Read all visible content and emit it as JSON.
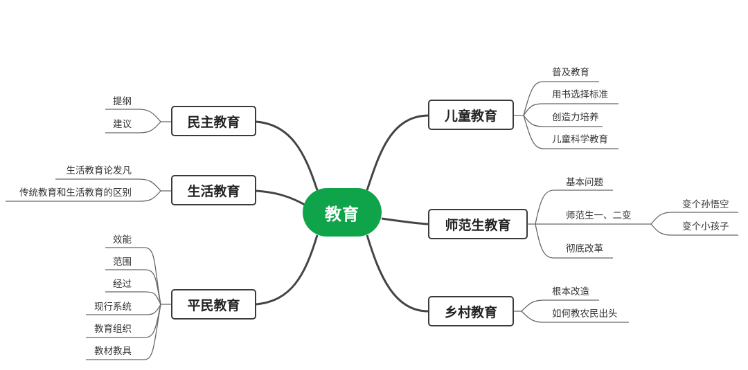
{
  "root": {
    "label": "教育",
    "color": "#10a44a"
  },
  "branches": {
    "minzhu": {
      "label": "民主教育",
      "children": [
        "提纲",
        "建议"
      ]
    },
    "shenghuo": {
      "label": "生活教育",
      "children": [
        "生活教育论发凡",
        "传统教育和生活教育的区别"
      ]
    },
    "pingmin": {
      "label": "平民教育",
      "children": [
        "效能",
        "范围",
        "经过",
        "现行系统",
        "教育组织",
        "教材教具"
      ]
    },
    "ertong": {
      "label": "儿童教育",
      "children": [
        "普及教育",
        "用书选择标准",
        "创造力培养",
        "儿童科学教育"
      ]
    },
    "shifan": {
      "label": "师范生教育",
      "children": [
        "基本问题",
        "师范生一、二变",
        "彻底改革"
      ],
      "sub": [
        "变个孙悟空",
        "变个小孩子"
      ]
    },
    "xiangcun": {
      "label": "乡村教育",
      "children": [
        "根本改造",
        "如何教农民出头"
      ]
    }
  }
}
